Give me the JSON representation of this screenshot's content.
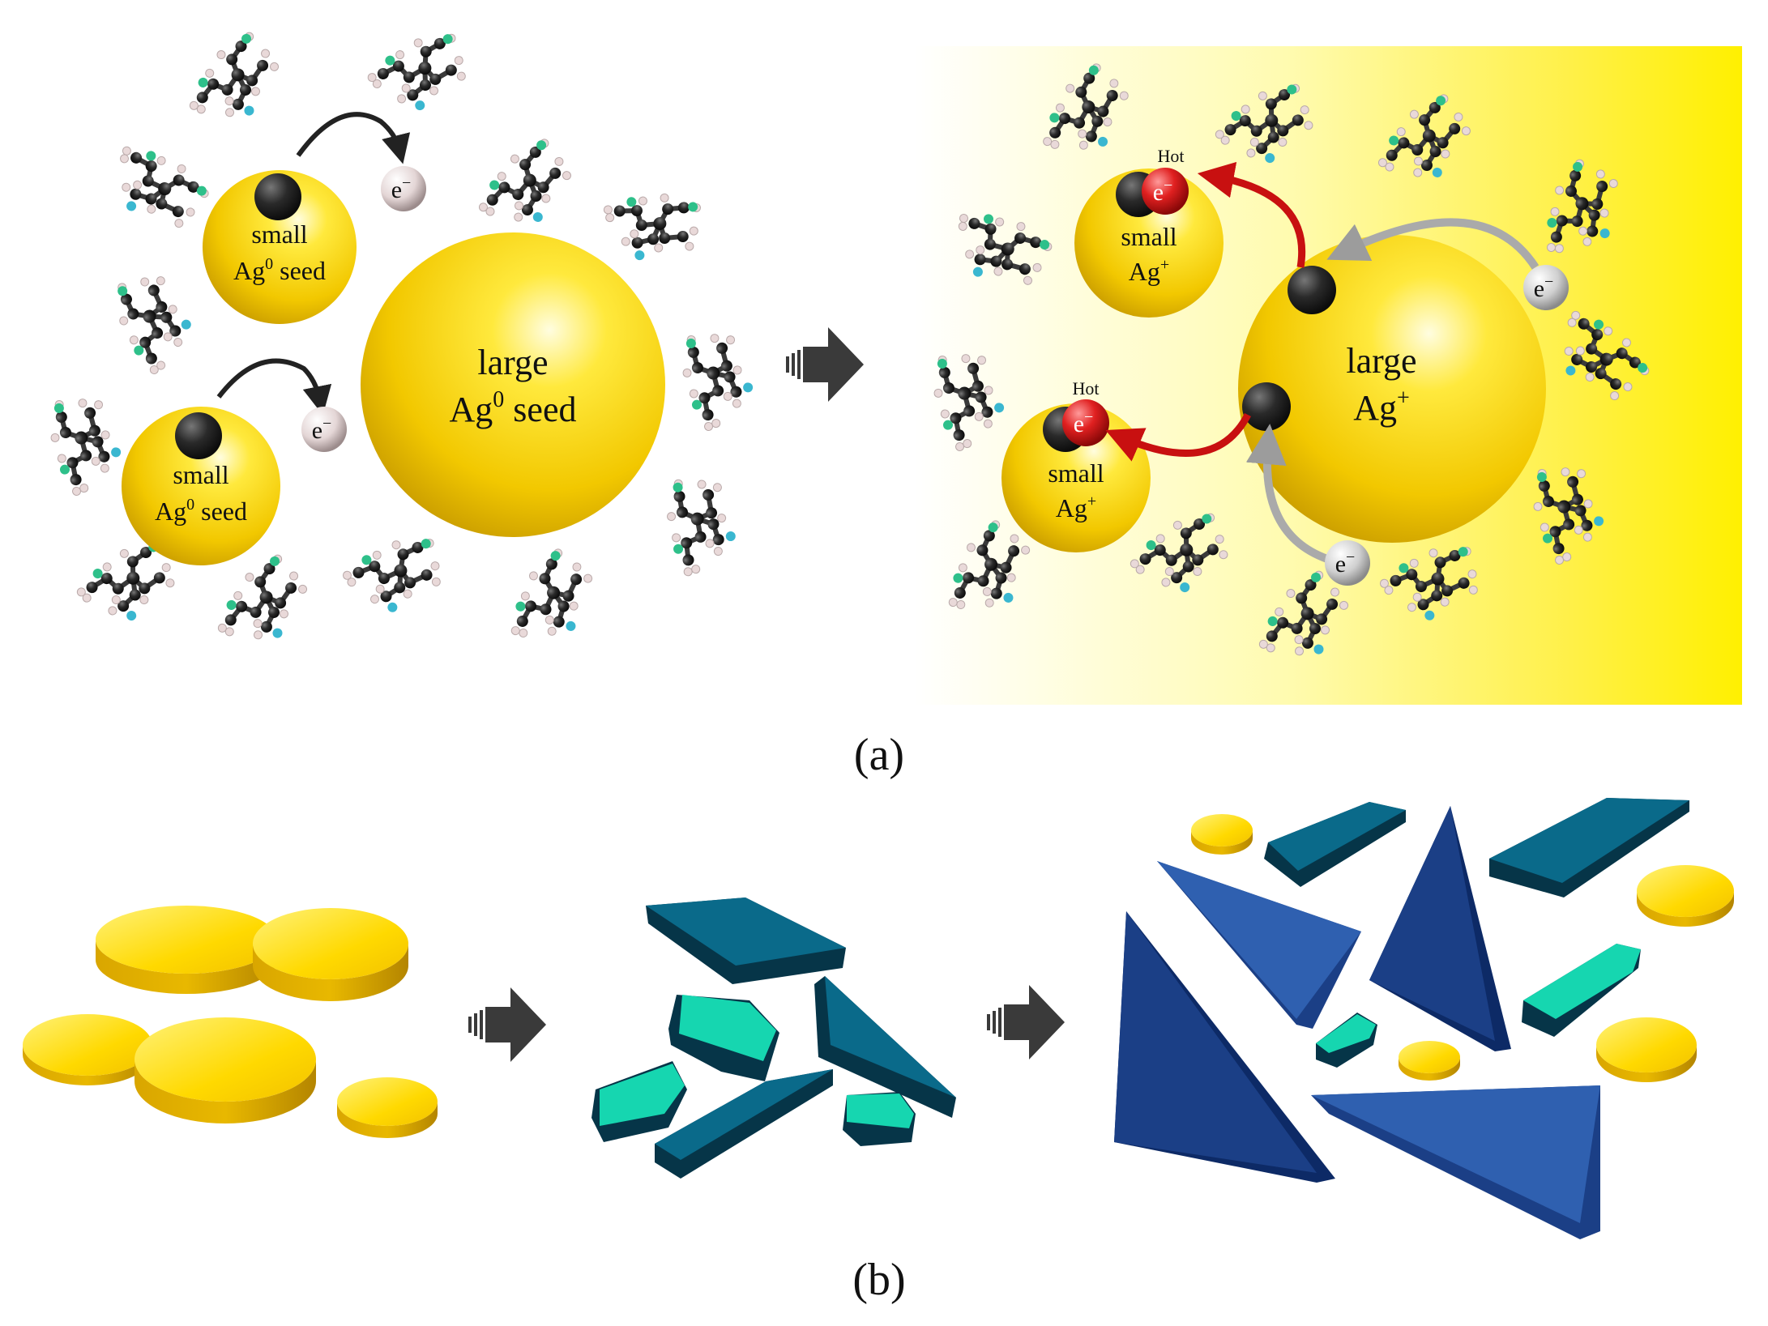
{
  "panel_a": {
    "caption": "(a)",
    "before": {
      "small_seed_label_line1": "small",
      "small_seed_label_base": "Ag",
      "small_seed_label_sup": "0",
      "small_seed_label_tail": " seed",
      "large_seed_label_line1": "large",
      "large_seed_label_base": "Ag",
      "large_seed_label_sup": "0",
      "large_seed_label_tail": " seed",
      "electron_base": "e",
      "electron_sup": "−"
    },
    "after": {
      "hot_label": "Hot",
      "small_ion_label_line1": "small",
      "small_ion_label_base": "Ag",
      "small_ion_label_sup": "+",
      "large_ion_label_line1": "large",
      "large_ion_label_base": "Ag",
      "large_ion_label_sup": "+",
      "electron_base": "e",
      "electron_sup": "−"
    }
  },
  "panel_b": {
    "caption": "(b)"
  },
  "colors": {
    "gold": "#f5d000",
    "gold_dark": "#c9a200",
    "teal_top": "#0a6a8a",
    "teal_side": "#063548",
    "mint": "#16d6b0",
    "blue_triangle": "#1b3f86",
    "blue_triangle_light": "#2f60b0",
    "arrow": "#3a3a3a",
    "hot_electron": "#d81f1f",
    "electron": "#c9c9c9",
    "transfer_arrow": "#c81010"
  }
}
